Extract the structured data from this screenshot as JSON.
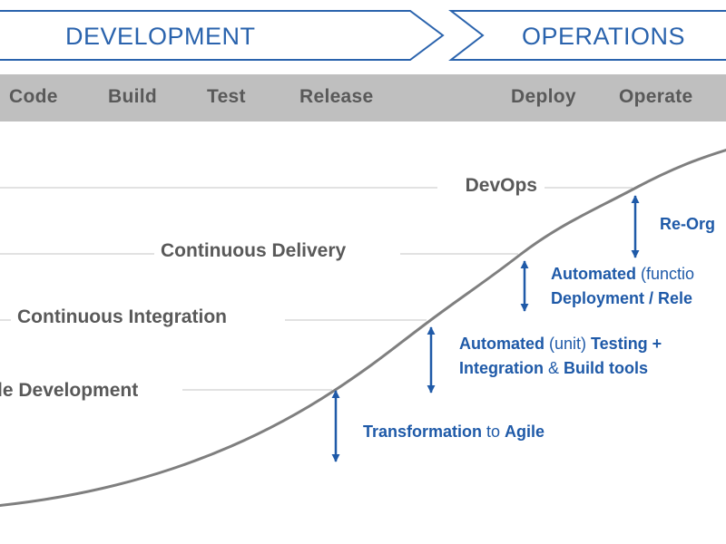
{
  "colors": {
    "banner_blue": "#2a63ad",
    "annotation_blue": "#1f5aa8",
    "bar_gray": "#bfbfbf",
    "text_gray": "#595959",
    "curve_gray": "#7f7f7f",
    "leader_gray": "#d9d9d9"
  },
  "banners": {
    "development": "DEVELOPMENT",
    "operations": "OPERATIONS"
  },
  "stages": [
    "Code",
    "Build",
    "Test",
    "Release",
    "Deploy",
    "Operate"
  ],
  "curve_labels": {
    "devops": "DevOps",
    "continuous_delivery": "Continuous Delivery",
    "continuous_integration": "Continuous Integration",
    "agile_development": "le Development"
  },
  "annotations": {
    "reorg": {
      "line1": [
        {
          "t": "Re-Org",
          "b": true
        }
      ]
    },
    "automated_functional": {
      "line1": [
        {
          "t": "Automated ",
          "b": true
        },
        {
          "t": "(functio",
          "b": false
        }
      ],
      "line2": [
        {
          "t": "Deployment / Rele",
          "b": true
        }
      ]
    },
    "automated_unit": {
      "line1": [
        {
          "t": "Automated ",
          "b": true
        },
        {
          "t": "(unit) ",
          "b": false
        },
        {
          "t": "Testing +",
          "b": true
        }
      ],
      "line2": [
        {
          "t": "Integration ",
          "b": true
        },
        {
          "t": "& ",
          "b": false
        },
        {
          "t": "Build tools",
          "b": true
        }
      ]
    },
    "transformation": {
      "line1": [
        {
          "t": "Transformation ",
          "b": true
        },
        {
          "t": "to ",
          "b": false
        },
        {
          "t": "Agile",
          "b": true
        }
      ]
    }
  }
}
